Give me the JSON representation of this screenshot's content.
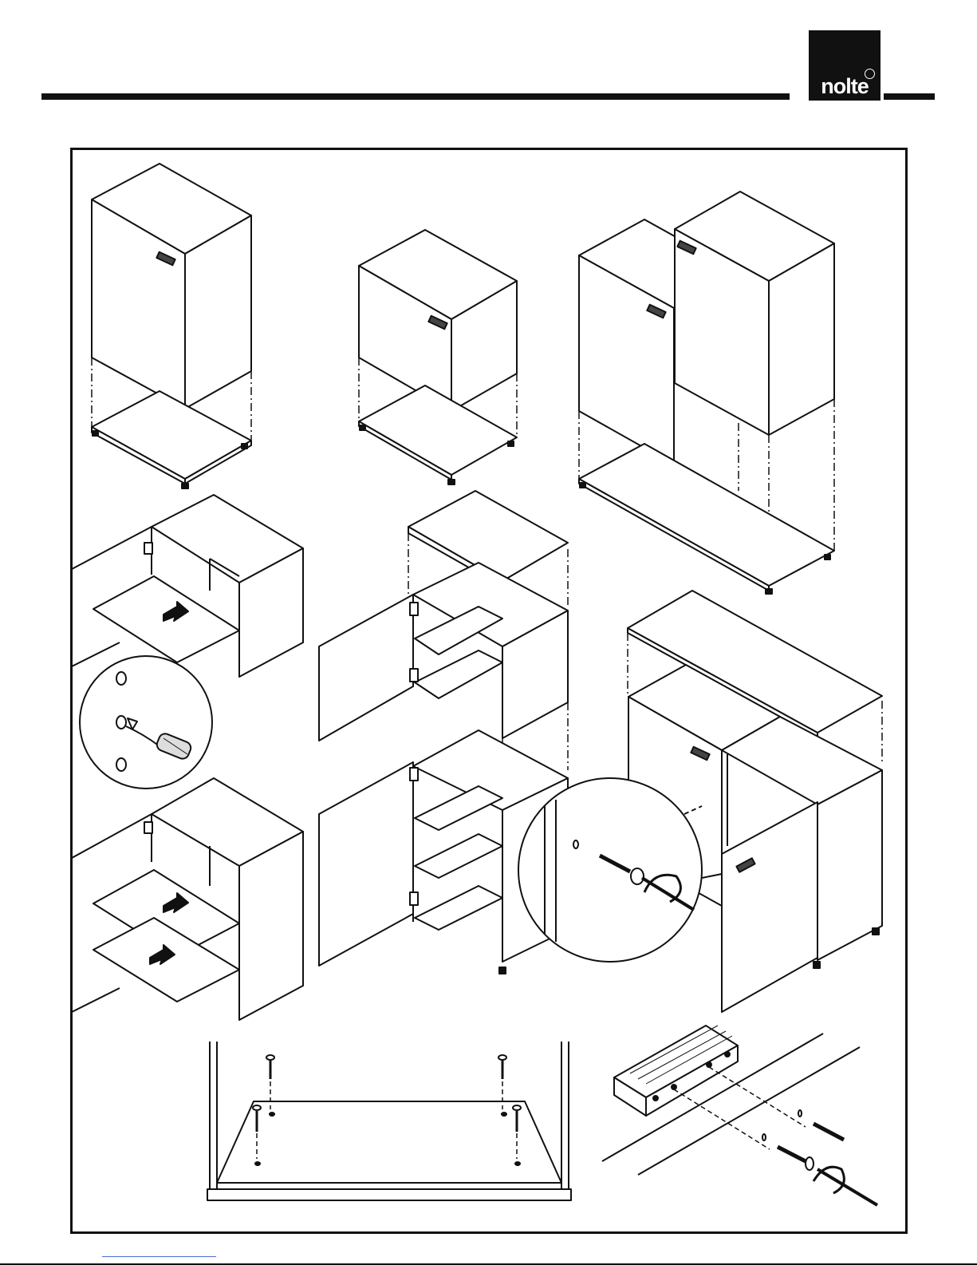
{
  "brand": {
    "logo_text": "nolte",
    "colors": {
      "ink": "#111111",
      "paper": "#ffffff",
      "link": "#4a6fd1"
    }
  },
  "figures": [
    {
      "name": "cabinet-tall-on-base",
      "icon": "cabinet-assembly"
    },
    {
      "name": "cabinet-short-on-base",
      "icon": "cabinet-assembly"
    },
    {
      "name": "double-cabinet-on-base",
      "icon": "cabinet-assembly"
    },
    {
      "name": "shelf-insert-single",
      "icon": "shelf-insertion"
    },
    {
      "name": "shelf-pin-detail",
      "icon": "magnifier-detail"
    },
    {
      "name": "shelf-insert-double",
      "icon": "shelf-insertion"
    },
    {
      "name": "stacked-units-with-doors",
      "icon": "stacking"
    },
    {
      "name": "sideboard-top-assembly",
      "icon": "top-panel"
    },
    {
      "name": "screw-detail",
      "icon": "screwdriver-detail"
    },
    {
      "name": "base-screw-fixing",
      "icon": "screws"
    },
    {
      "name": "wall-rail-mounting",
      "icon": "wall-bracket"
    }
  ]
}
